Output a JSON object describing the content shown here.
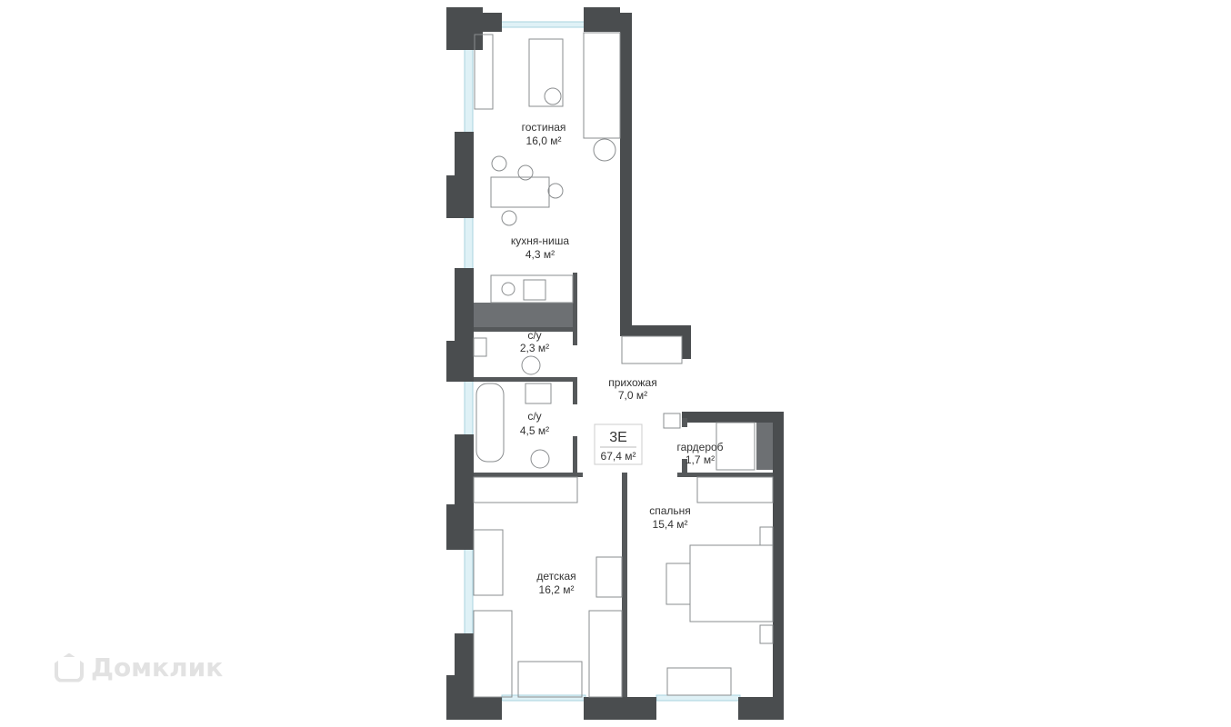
{
  "plan": {
    "code": "3Е",
    "total_area": "67,4 м²",
    "rooms": [
      {
        "name": "гостиная",
        "area": "16,0 м²"
      },
      {
        "name": "кухня-ниша",
        "area": "4,3 м²"
      },
      {
        "name": "с/у",
        "area": "2,3 м²"
      },
      {
        "name": "прихожая",
        "area": "7,0 м²"
      },
      {
        "name": "с/у",
        "area": "4,5 м²"
      },
      {
        "name": "гардероб",
        "area": "1,7 м²"
      },
      {
        "name": "спальня",
        "area": "15,4 м²"
      },
      {
        "name": "детская",
        "area": "16,2 м²"
      }
    ]
  },
  "watermark": {
    "text": "Домклик"
  },
  "colors": {
    "wall": "#4a4d4f",
    "window": "#dff1f6"
  }
}
